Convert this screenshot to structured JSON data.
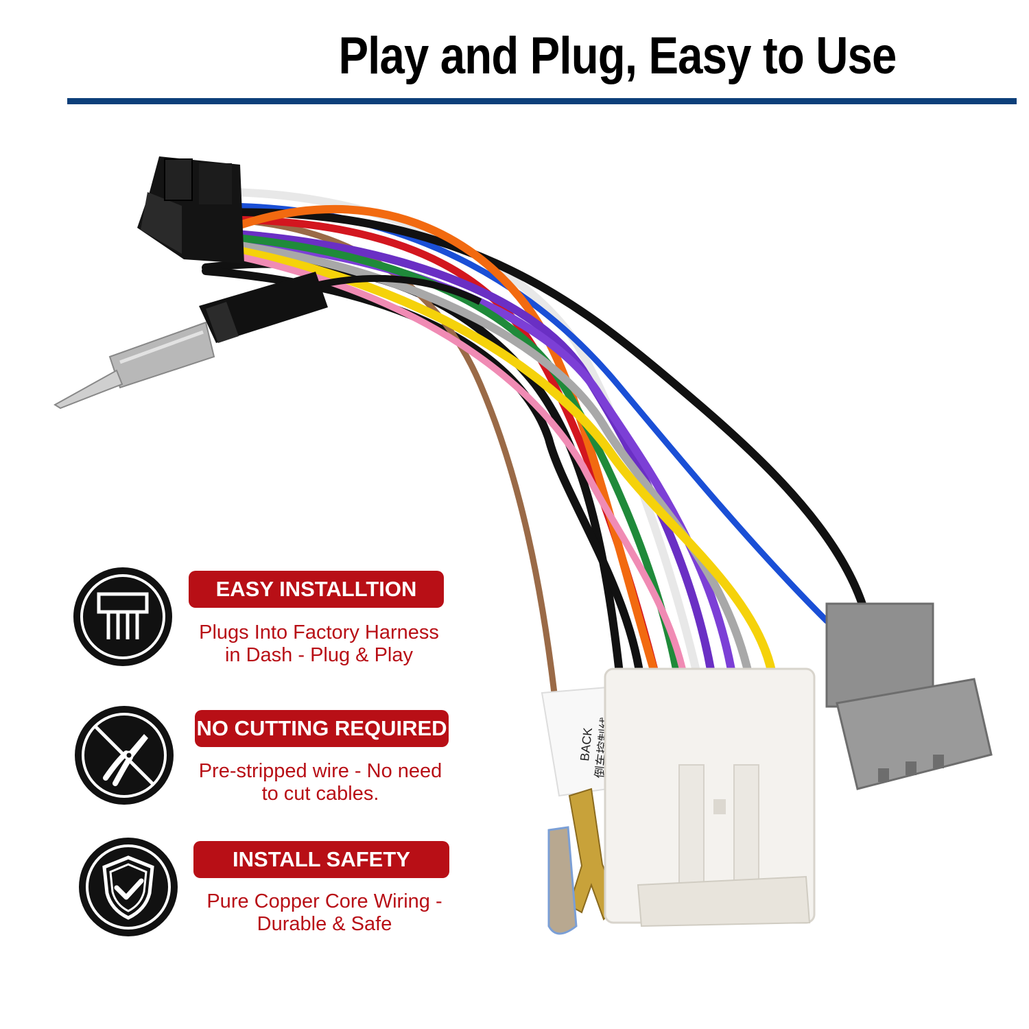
{
  "header": {
    "title": "Play and Plug, Easy to Use"
  },
  "features": [
    {
      "icon": "connector-pins-icon",
      "badge": "EASY INSTALLTION",
      "line1": "Plugs Into Factory Harness",
      "line2": "in Dash - Plug & Play"
    },
    {
      "icon": "no-cutting-pliers-icon",
      "badge": "NO CUTTING REQUIRED",
      "line1": "Pre-stripped wire - No need",
      "line2": "to cut cables."
    },
    {
      "icon": "shield-check-icon",
      "badge": "INSTALL SAFETY",
      "line1": "Pure Copper Core Wiring -",
      "line2": "Durable & Safe"
    }
  ],
  "product": {
    "sleeve_label_en": "BACK",
    "sleeve_label_cn": "倒车控制线"
  },
  "colors": {
    "accent_red": "#b80f16",
    "rule_blue": "#0d3f7a"
  }
}
